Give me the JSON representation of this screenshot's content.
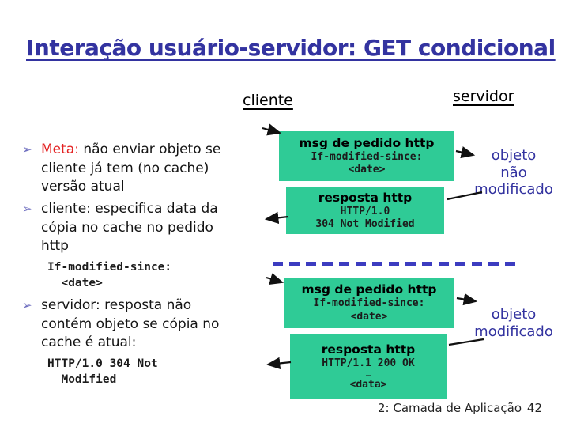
{
  "slide": {
    "title": "Interação usuário-servidor: GET condicional",
    "footer": {
      "section": "2: Camada de Aplicação",
      "page": "42"
    }
  },
  "ui": {
    "bullet_glyph": "➢"
  },
  "bullets": [
    {
      "lead": "Meta:",
      "text": " não enviar objeto se\ncliente já tem (no cache)\nversão atual"
    },
    {
      "lead": "",
      "text": "cliente: especifica data da\ncópia no cache no pedido\nhttp"
    },
    {
      "lead": "",
      "text": "servidor: resposta não\ncontém objeto se cópia no\ncache é atual:"
    }
  ],
  "code_snippets": [
    "If-modified-since:\n  <date>",
    "HTTP/1.0 304 Not\n  Modified"
  ],
  "diagram": {
    "client_label": "cliente",
    "server_label": "servidor",
    "boxes": [
      {
        "title": "msg de pedido http",
        "code": "If-modified-since:\n<date>"
      },
      {
        "title": "resposta http",
        "code": "HTTP/1.0\n304 Not Modified"
      },
      {
        "title": "msg de pedido http",
        "code": "If-modified-since:\n<date>"
      },
      {
        "title": "resposta http",
        "code": "HTTP/1.1 200 OK",
        "ellipsis": "…",
        "code2": "<data>"
      }
    ],
    "side_labels": [
      {
        "text": "objeto\nnão\nmodificado"
      },
      {
        "text": "objeto\nmodificado"
      }
    ],
    "colors": {
      "box_green": "#2FCB96",
      "accent_blue": "#3333A0",
      "divider_blue": "#3C3CC0",
      "bullet_red": "#E32222",
      "bullet_arrow": "#7070C0",
      "arrow_black": "#111111"
    }
  }
}
